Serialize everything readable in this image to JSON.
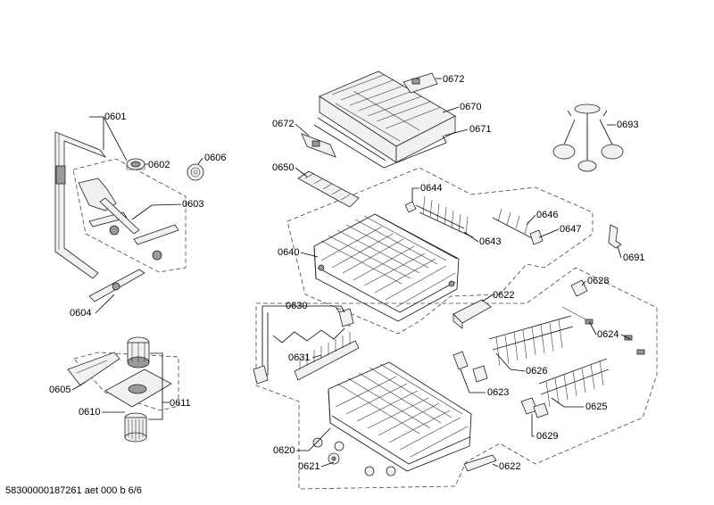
{
  "diagram": {
    "footer": "58300000187261 aet 000 b 6/6",
    "callouts": [
      {
        "id": "0601",
        "text": "0601"
      },
      {
        "id": "0602",
        "text": "0602"
      },
      {
        "id": "0606",
        "text": "0606"
      },
      {
        "id": "0603",
        "text": "0603"
      },
      {
        "id": "0604",
        "text": "0604"
      },
      {
        "id": "0605",
        "text": "0605"
      },
      {
        "id": "0610",
        "text": "0610"
      },
      {
        "id": "0611",
        "text": "0611"
      },
      {
        "id": "0672a",
        "text": "0672"
      },
      {
        "id": "0670",
        "text": "0670"
      },
      {
        "id": "0672b",
        "text": "0672"
      },
      {
        "id": "0671",
        "text": "0671"
      },
      {
        "id": "0650",
        "text": "0650"
      },
      {
        "id": "0644",
        "text": "0644"
      },
      {
        "id": "0646",
        "text": "0646"
      },
      {
        "id": "0647",
        "text": "0647"
      },
      {
        "id": "0643",
        "text": "0643"
      },
      {
        "id": "0640",
        "text": "0640"
      },
      {
        "id": "0693",
        "text": "0693"
      },
      {
        "id": "0691",
        "text": "0691"
      },
      {
        "id": "0628",
        "text": "0628"
      },
      {
        "id": "0622a",
        "text": "0622"
      },
      {
        "id": "0630",
        "text": "0630"
      },
      {
        "id": "0624",
        "text": "0624"
      },
      {
        "id": "0631",
        "text": "0631"
      },
      {
        "id": "0626",
        "text": "0626"
      },
      {
        "id": "0623",
        "text": "0623"
      },
      {
        "id": "0625",
        "text": "0625"
      },
      {
        "id": "0629",
        "text": "0629"
      },
      {
        "id": "0620",
        "text": "0620"
      },
      {
        "id": "0621",
        "text": "0621"
      },
      {
        "id": "0622b",
        "text": "0622"
      }
    ]
  }
}
